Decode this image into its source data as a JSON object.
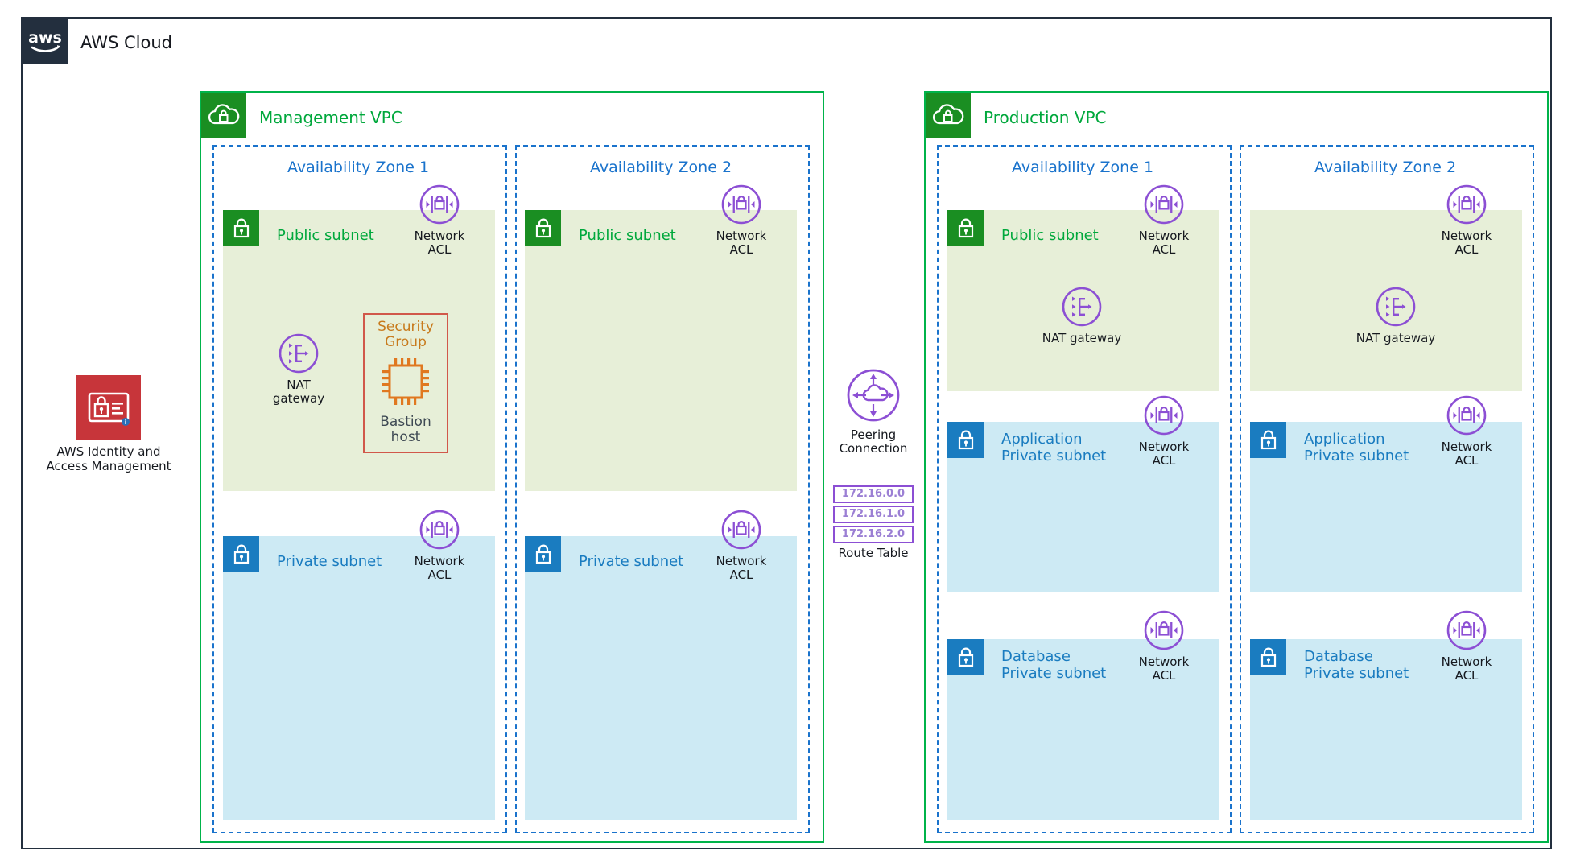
{
  "cloud": {
    "title": "AWS Cloud",
    "logo_icon": "aws-logo-icon",
    "border_color": "#232f3e"
  },
  "iam": {
    "icon": "iam-icon",
    "label": "AWS Identity and\nAccess Management",
    "color": "#c7353a"
  },
  "peering": {
    "icon": "peering-connection-icon",
    "label": "Peering\nConnection",
    "color": "#8c4fd4"
  },
  "route_table": {
    "label": "Route Table",
    "entries": [
      "172.16.0.0",
      "172.16.1.0",
      "172.16.2.0"
    ],
    "color": "#8c4fd4"
  },
  "labels": {
    "network_acl": "Network\nACL",
    "nat_gateway_two_line": "NAT\ngateway",
    "nat_gateway_one_line": "NAT gateway"
  },
  "colors": {
    "vpc_green": "#00a83c",
    "vpc_badge_green": "#1a8e22",
    "az_blue": "#1a73cc",
    "public_subnet_bg": "#e7efd8",
    "private_subnet_bg": "#cdeaf4",
    "subnet_blue": "#1a7cc0",
    "purple": "#8c4fd4",
    "sg_border": "#d1584a",
    "sg_text": "#c87a1c"
  },
  "vpcs": [
    {
      "name": "Management VPC",
      "icon": "vpc-cloud-lock-icon",
      "zones": [
        {
          "name": "Availability Zone 1",
          "subnets": [
            {
              "type": "public",
              "label": "Public subnet",
              "icon": "subnet-lock-icon",
              "has_label": true,
              "nodes": [
                "network-acl",
                "nat-gateway",
                "security-group-bastion"
              ]
            },
            {
              "type": "private",
              "label": "Private subnet",
              "icon": "subnet-lock-icon",
              "has_label": true,
              "nodes": [
                "network-acl"
              ]
            }
          ]
        },
        {
          "name": "Availability Zone 2",
          "subnets": [
            {
              "type": "public",
              "label": "Public subnet",
              "icon": "subnet-lock-icon",
              "has_label": true,
              "nodes": [
                "network-acl"
              ]
            },
            {
              "type": "private",
              "label": "Private subnet",
              "icon": "subnet-lock-icon",
              "has_label": true,
              "nodes": [
                "network-acl"
              ]
            }
          ]
        }
      ]
    },
    {
      "name": "Production VPC",
      "icon": "vpc-cloud-lock-icon",
      "zones": [
        {
          "name": "Availability Zone 1",
          "subnets": [
            {
              "type": "public",
              "label": "Public subnet",
              "icon": "subnet-lock-icon",
              "has_label": true,
              "nodes": [
                "network-acl",
                "nat-gateway"
              ]
            },
            {
              "type": "private",
              "label": "Application\nPrivate subnet",
              "icon": "subnet-lock-icon",
              "has_label": true,
              "nodes": [
                "network-acl"
              ]
            },
            {
              "type": "private",
              "label": "Database\nPrivate subnet",
              "icon": "subnet-lock-icon",
              "has_label": true,
              "nodes": [
                "network-acl"
              ]
            }
          ]
        },
        {
          "name": "Availability Zone 2",
          "subnets": [
            {
              "type": "public",
              "label": "",
              "icon": "",
              "has_label": false,
              "nodes": [
                "network-acl",
                "nat-gateway"
              ]
            },
            {
              "type": "private",
              "label": "Application\nPrivate subnet",
              "icon": "subnet-lock-icon",
              "has_label": true,
              "nodes": [
                "network-acl"
              ]
            },
            {
              "type": "private",
              "label": "Database\nPrivate subnet",
              "icon": "subnet-lock-icon",
              "has_label": true,
              "nodes": [
                "network-acl"
              ]
            }
          ]
        }
      ]
    }
  ],
  "sg": {
    "title": "Security\nGroup",
    "caption": "Bastion\nhost",
    "icon": "bastion-host-chip-icon"
  }
}
